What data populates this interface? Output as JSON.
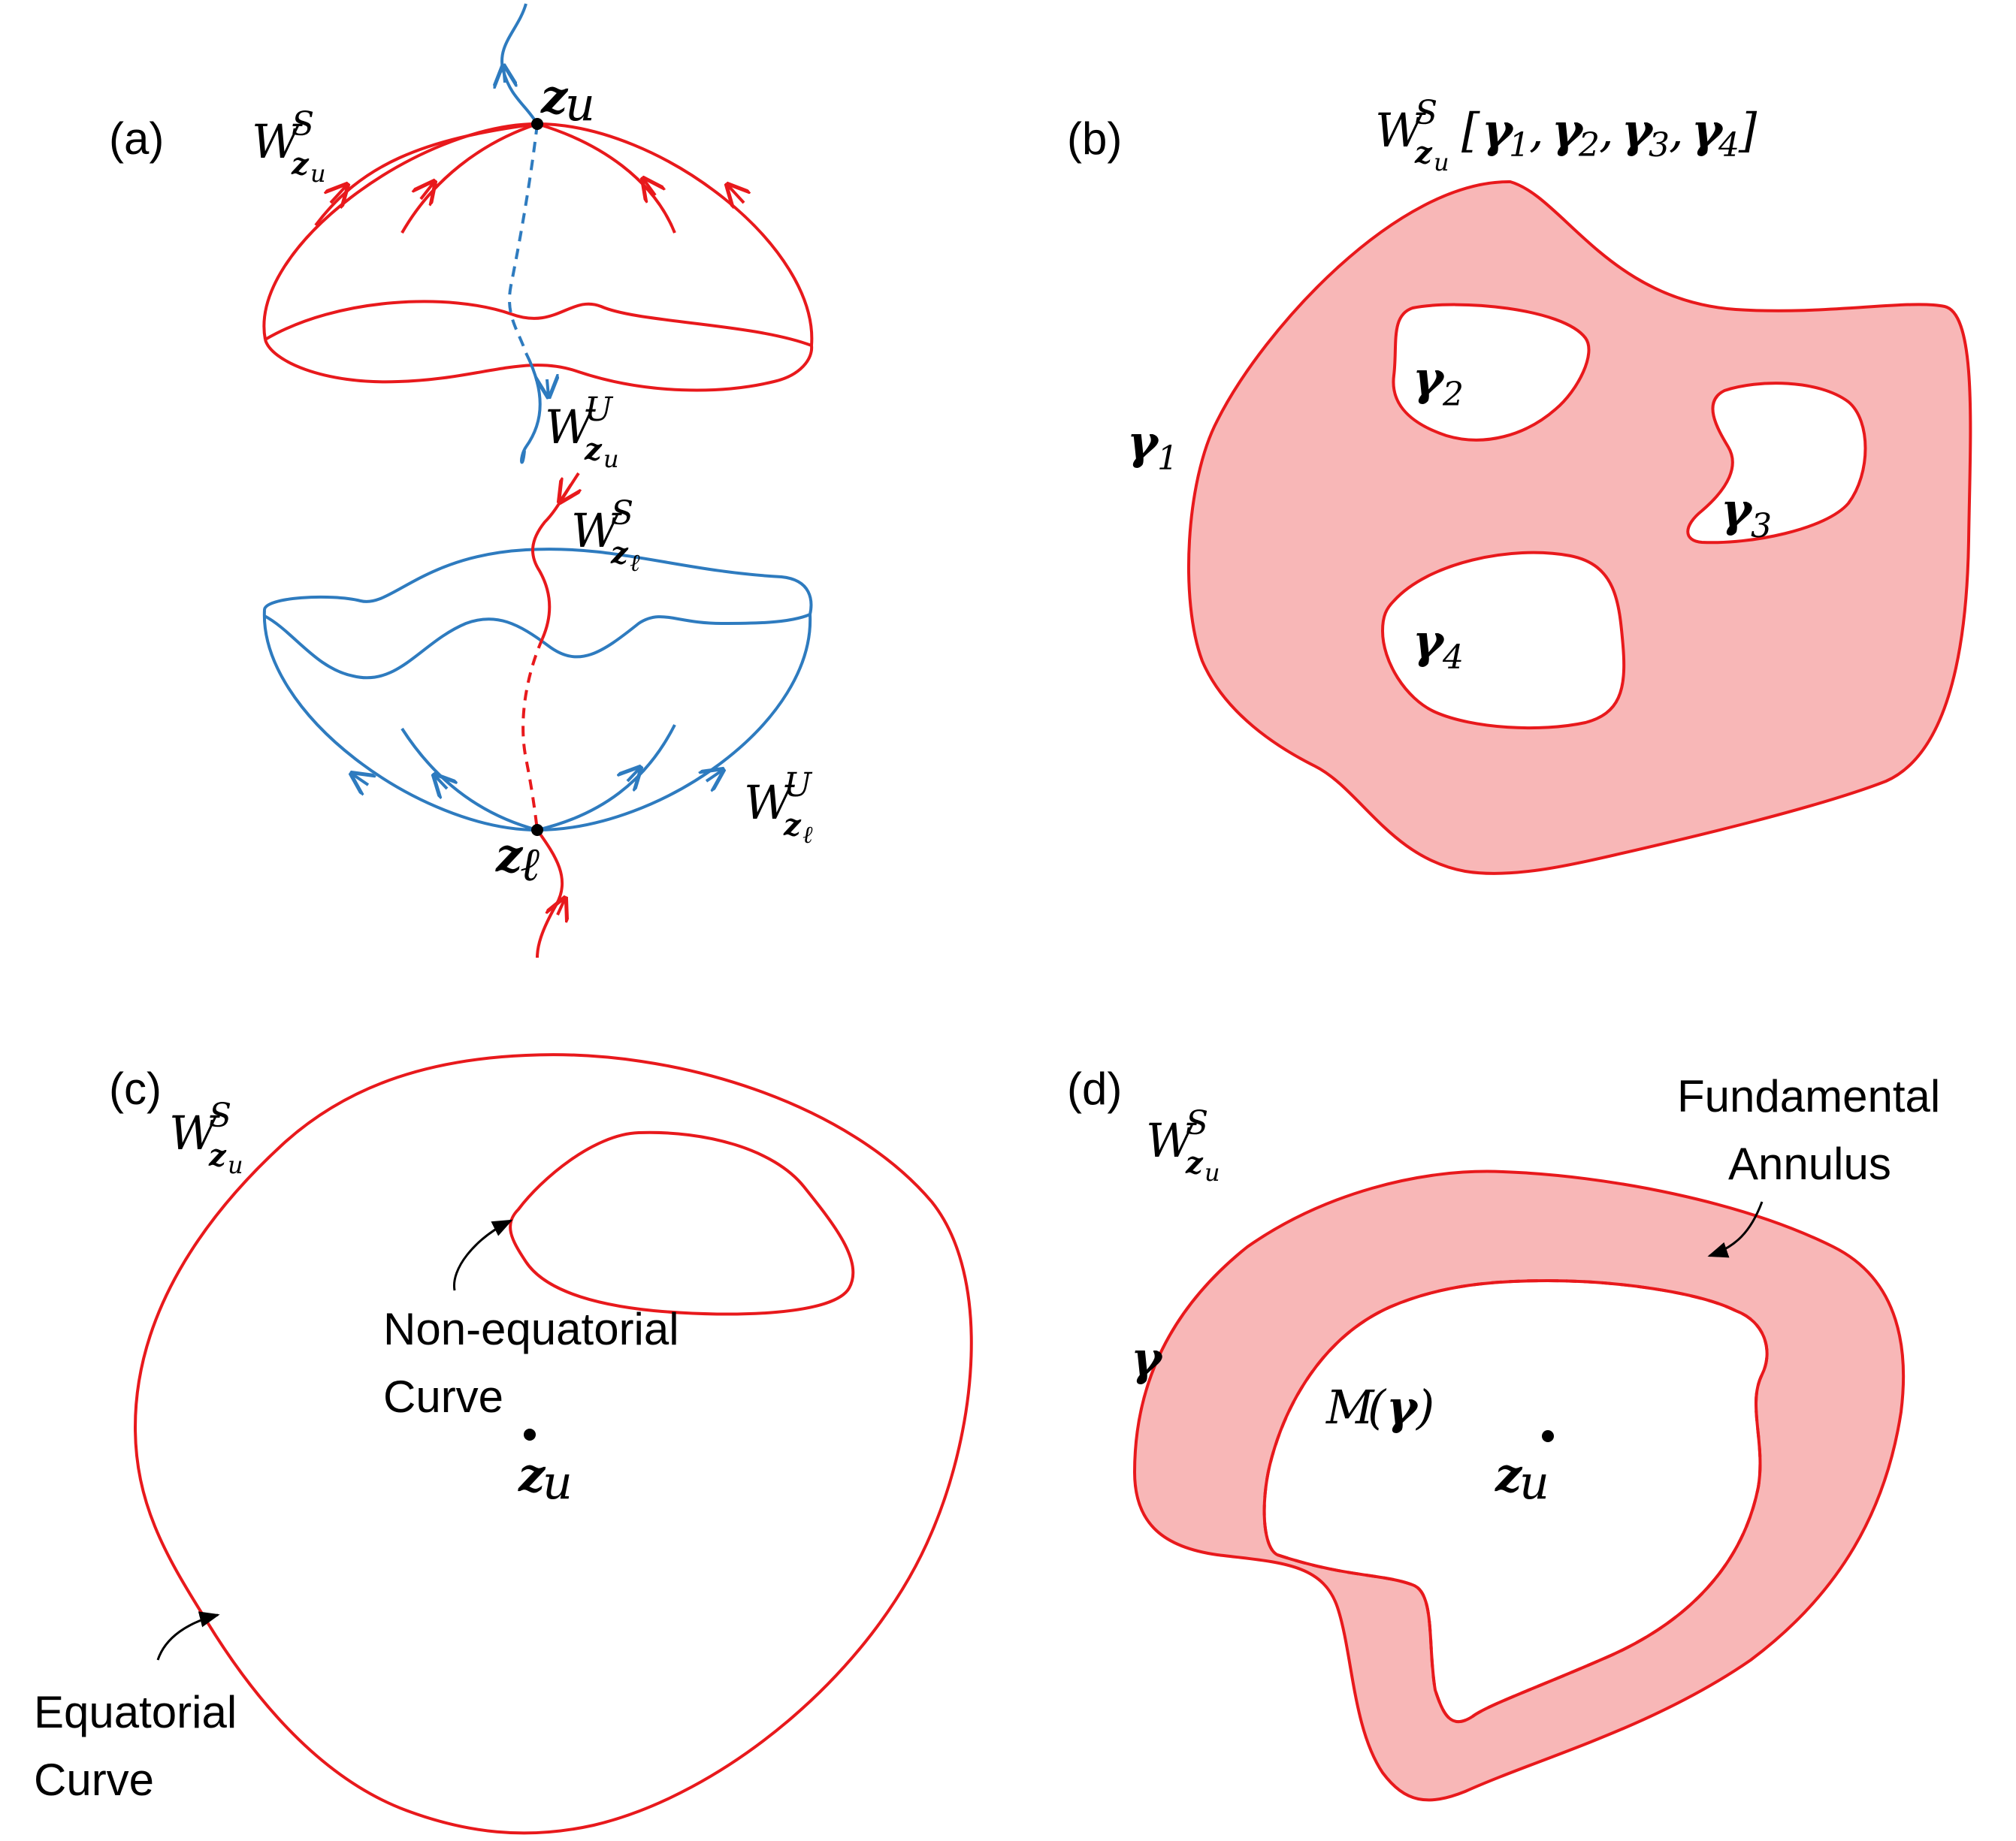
{
  "panels": {
    "a": {
      "label": "(a)"
    },
    "b": {
      "label": "(b)",
      "gammas": [
        "1",
        "2",
        "3",
        "4"
      ]
    },
    "c": {
      "label": "(c)",
      "non_equatorial": [
        "Non-equatorial",
        "Curve"
      ],
      "equatorial": [
        "Equatorial",
        "Curve"
      ]
    },
    "d": {
      "label": "(d)",
      "fundamental": [
        "Fundamental",
        "Annulus"
      ],
      "m_label": "M"
    }
  },
  "symbols": {
    "W": "W",
    "z": "z",
    "u": "u",
    "ell": "ℓ",
    "S": "S",
    "U": "U",
    "gamma": "γ"
  },
  "colors": {
    "red": "#e8191c",
    "blue": "#2e7bbf",
    "pink_fill": "#f8b7b7"
  }
}
